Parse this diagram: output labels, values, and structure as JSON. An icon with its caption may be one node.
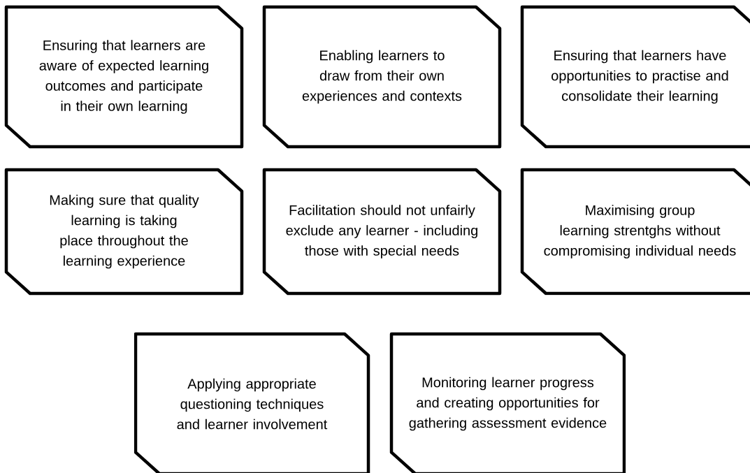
{
  "diagram": {
    "nodes": [
      {
        "text": [
          "Ensuring that learners are aware of expected learning outcomes and participate in their own learning"
        ]
      },
      {
        "text": [
          "Enabling learners to draw from their own experiences and contexts"
        ]
      },
      {
        "text": [
          "Ensuring that learners have opportunities to practise and consolidate their learning"
        ]
      },
      {
        "text": [
          "Making sure that quality learning is taking place throughout the learning experience"
        ]
      },
      {
        "text": [
          "Facilitation should not unfairly exclude any learner - including those with special needs"
        ]
      },
      {
        "text": [
          "Maximising group learning strentghs without compromising individual needs"
        ]
      },
      {
        "text": [
          "Applying appropriate questioning techniques and learner involvement"
        ]
      },
      {
        "text": [
          "Monitoring learner progress and creating opportunities for gathering assessment evidence"
        ]
      }
    ]
  }
}
